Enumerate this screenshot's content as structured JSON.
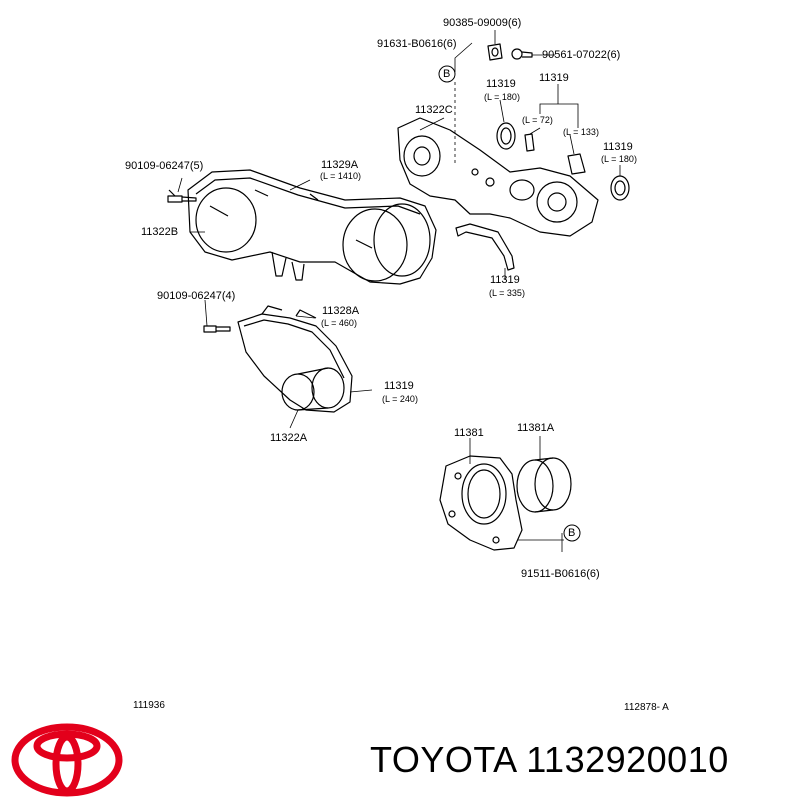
{
  "callouts": {
    "p90385": "90385-09009(6)",
    "p91631": "91631-B0616(6)",
    "p90561": "90561-07022(6)",
    "p11319_top": "11319",
    "p11319_top_len": "(L = 180)",
    "p11319_mid": "11319",
    "p11322c": "11322C",
    "l72": "(L = 72)",
    "l133": "(L = 133)",
    "p11319_right": "11319",
    "p11319_right_len": "(L = 180)",
    "p90109_5": "90109-06247(5)",
    "p11329a": "11329A",
    "p11329a_len": "(L = 1410)",
    "p11322b": "11322B",
    "p11319_335": "11319",
    "p11319_335_len": "(L = 335)",
    "p90109_4": "90109-06247(4)",
    "p11328a": "11328A",
    "p11328a_len": "(L = 460)",
    "p11319_240": "11319",
    "p11319_240_len": "(L = 240)",
    "p11322a": "11322A",
    "p11381": "11381",
    "p11381a": "11381A",
    "p91511": "91511-B0616(6)",
    "marker_b": "B"
  },
  "refs": {
    "left": "111936",
    "right": "112878- A"
  },
  "brand": {
    "text": "TOYOTA 1132920010",
    "logo_color": "#e3001b"
  }
}
